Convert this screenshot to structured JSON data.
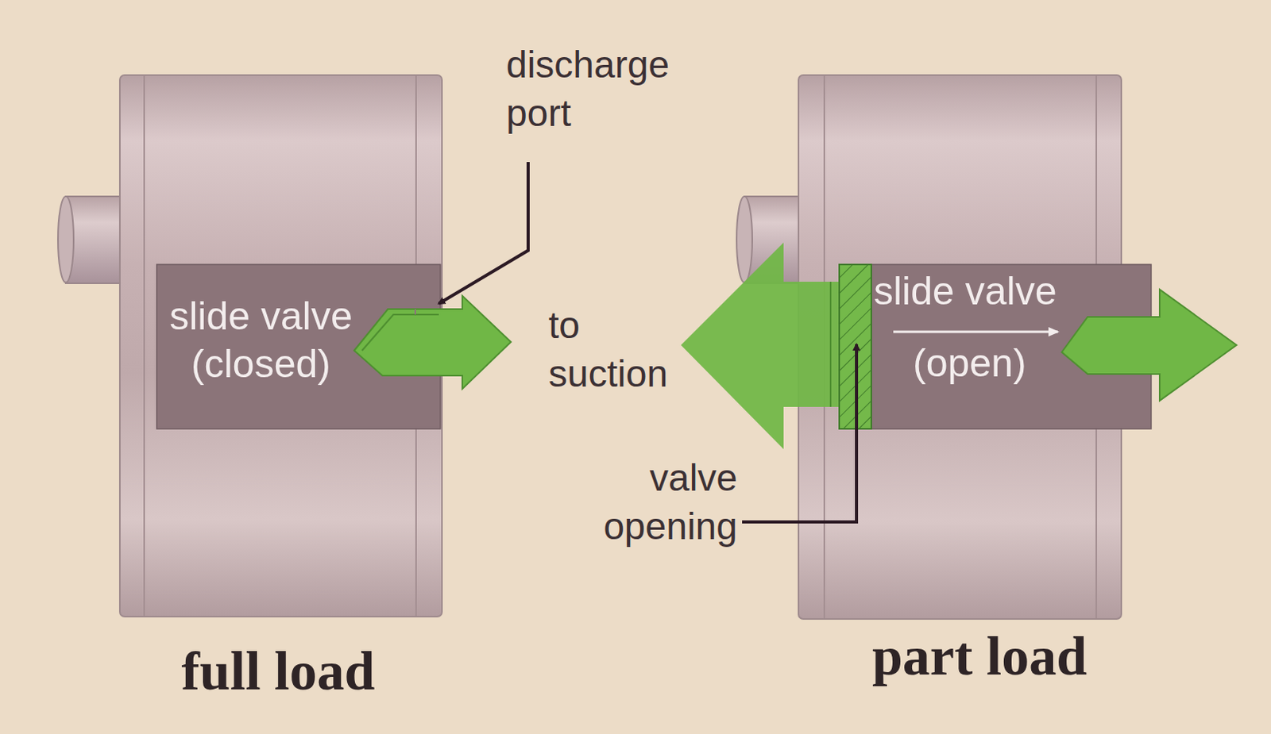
{
  "diagram": {
    "nodes": [
      {
        "text": [
          "slide valve (closed)"
        ]
      },
      {
        "text": [
          "slide valve",
          "(open)"
        ]
      }
    ],
    "labels": [
      "discharge port",
      "full load",
      "to suction",
      "valve opening",
      "part load"
    ]
  }
}
